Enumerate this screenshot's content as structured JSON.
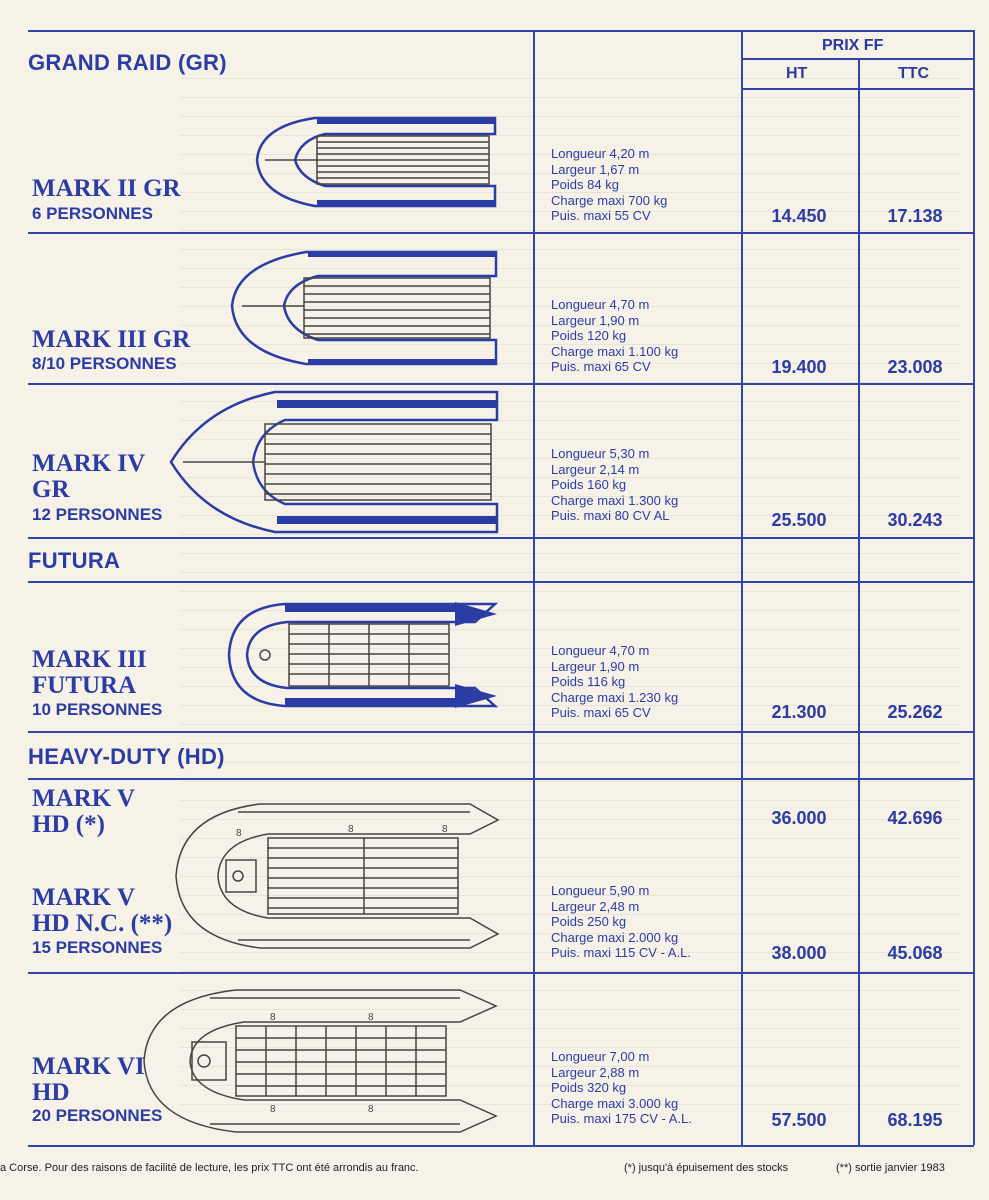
{
  "header": {
    "prix_label": "PRIX FF",
    "ht_label": "HT",
    "ttc_label": "TTC"
  },
  "sections": {
    "grand_raid": "GRAND RAID (GR)",
    "futura": "FUTURA",
    "heavy_duty": "HEAVY-DUTY (HD)"
  },
  "boats": [
    {
      "line1": "MARK II GR",
      "line2": "",
      "persons": "6 PERSONNES",
      "specs": [
        "Longueur 4,20 m",
        "Largeur 1,67 m",
        "Poids 84 kg",
        "Charge maxi 700 kg",
        "Puis. maxi 55 CV"
      ],
      "ht": "14.450",
      "ttc": "17.138"
    },
    {
      "line1": "MARK III GR",
      "line2": "",
      "persons": "8/10 PERSONNES",
      "specs": [
        "Longueur 4,70 m",
        "Largeur 1,90 m",
        "Poids 120 kg",
        "Charge maxi 1.100 kg",
        "Puis. maxi 65 CV"
      ],
      "ht": "19.400",
      "ttc": "23.008"
    },
    {
      "line1": "MARK IV",
      "line2": "GR",
      "persons": "12 PERSONNES",
      "specs": [
        "Longueur 5,30 m",
        "Largeur 2,14 m",
        "Poids 160 kg",
        "Charge maxi 1.300 kg",
        "Puis. maxi 80 CV AL"
      ],
      "ht": "25.500",
      "ttc": "30.243"
    },
    {
      "line1": "MARK III",
      "line2": "FUTURA",
      "persons": "10 PERSONNES",
      "specs": [
        "Longueur 4,70 m",
        "Largeur 1,90 m",
        "Poids 116 kg",
        "Charge maxi 1.230 kg",
        "Puis. maxi 65 CV"
      ],
      "ht": "21.300",
      "ttc": "25.262"
    },
    {
      "line1": "MARK V",
      "line2": "HD (*)",
      "persons": "",
      "specs": [],
      "ht": "36.000",
      "ttc": "42.696"
    },
    {
      "line1": "MARK V",
      "line2": "HD N.C. (**)",
      "persons": "15 PERSONNES",
      "specs": [
        "Longueur 5,90 m",
        "Largeur 2,48 m",
        "Poids 250 kg",
        "Charge maxi 2.000 kg",
        "Puis. maxi 115 CV - A.L."
      ],
      "ht": "38.000",
      "ttc": "45.068"
    },
    {
      "line1": "MARK VI",
      "line2": "HD",
      "persons": "20 PERSONNES",
      "specs": [
        "Longueur 7,00 m",
        "Largeur 2,88 m",
        "Poids 320 kg",
        "Charge maxi 3.000 kg",
        "Puis. maxi 175 CV - A.L."
      ],
      "ht": "57.500",
      "ttc": "68.195"
    }
  ],
  "footnotes": {
    "left": "a Corse. Pour des raisons de facilité de lecture, les prix TTC ont été arrondis au franc.",
    "mid": "(*) jusqu'à épuisement des stocks",
    "right": "(**) sortie janvier 1983"
  }
}
